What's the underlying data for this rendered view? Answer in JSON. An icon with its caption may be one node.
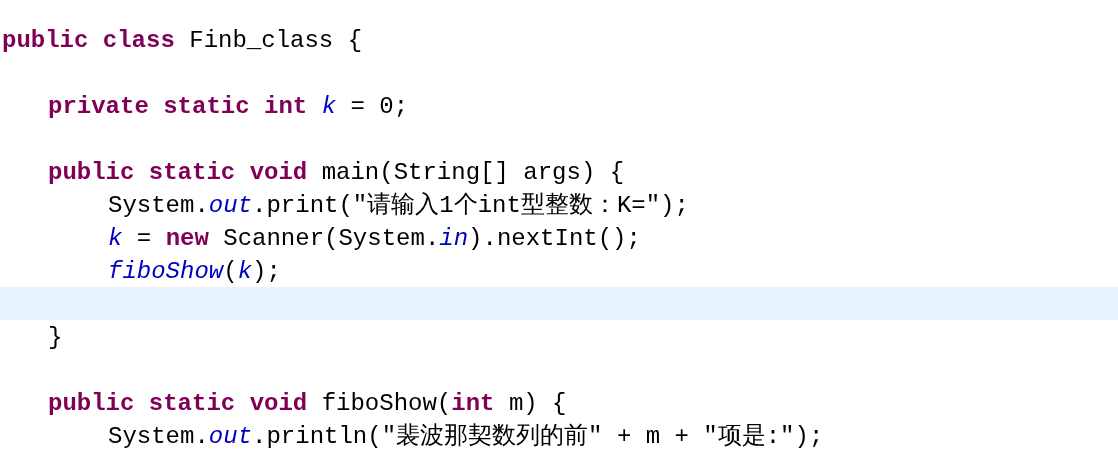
{
  "diagram": {
    "labels": [
      "**public class** Finb_class {",
      "**private static int** *k* = 0;",
      "**public static void** main(String[] args) {",
      "System.*out*.print(\"请输入1个int型整数：K=\");",
      "*k* = **new** Scanner(System.*in*).nextInt();",
      "*fiboShow*(*k*);",
      "}",
      "**public static void** fiboShow(**int** m) {",
      "System.*out*.println(\"裴波那契数列的前\" + m + \"项是:\");"
    ]
  }
}
